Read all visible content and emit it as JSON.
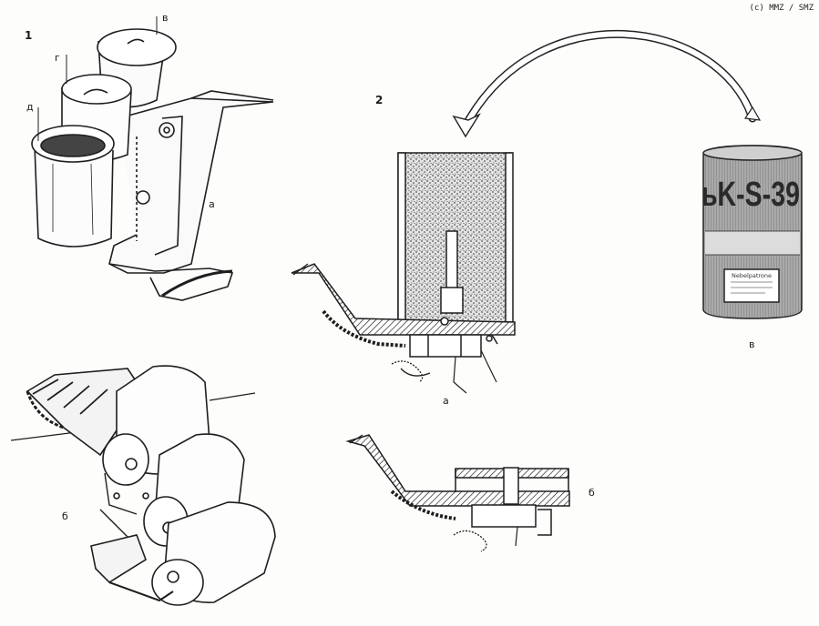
{
  "copyright": "(c) MMZ / SMZ",
  "figure1": {
    "number": "1",
    "label_a": "а",
    "label_b": "б",
    "label_v": "в",
    "label_g": "г",
    "label_d": "д"
  },
  "figure2": {
    "number": "2",
    "label_a": "а",
    "label_b": "б",
    "label_v": "в",
    "can_text": "ьK-S-39",
    "can_label": "Nebelpatrone"
  }
}
